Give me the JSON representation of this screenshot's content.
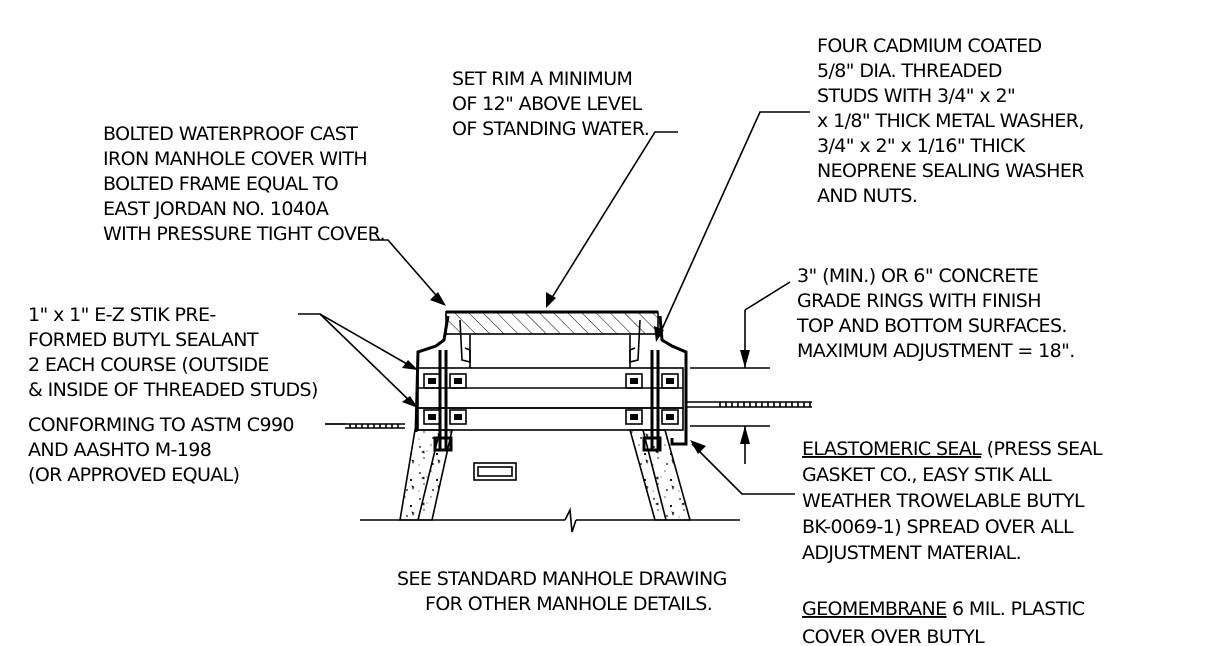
{
  "notes": {
    "rim": [
      "SET RIM A MINIMUM",
      "OF 12\" ABOVE LEVEL",
      "OF STANDING WATER."
    ],
    "cover": [
      "BOLTED WATERPROOF CAST",
      "IRON MANHOLE COVER WITH",
      "BOLTED FRAME EQUAL TO",
      "EAST JORDAN NO. 1040A",
      "WITH PRESSURE TIGHT COVER."
    ],
    "studs": [
      "FOUR CADMIUM COATED",
      "5/8\" DIA. THREADED",
      "STUDS WITH 3/4\" x 2\"",
      "x 1/8\" THICK METAL WASHER,",
      "3/4\" x 2\" x 1/16\" THICK",
      "NEOPRENE SEALING WASHER",
      "AND NUTS."
    ],
    "sealant": [
      "1\" x 1\" E-Z STIK PRE-",
      "FORMED BUTYL SEALANT",
      "2 EACH COURSE (OUTSIDE",
      "& INSIDE OF THREADED STUDS)",
      "CONFORMING TO ASTM C990",
      "AND AASHTO M-198",
      "(OR APPROVED EQUAL)"
    ],
    "grade_rings": [
      "3\" (MIN.) OR 6\" CONCRETE",
      "GRADE RINGS WITH FINISH",
      "TOP AND BOTTOM SURFACES.",
      "MAXIMUM ADJUSTMENT = 18\"."
    ],
    "elastomeric": {
      "title": "ELASTOMERIC SEAL",
      "first_rest": " (PRESS SEAL",
      "lines": [
        "GASKET CO., EASY STIK ALL",
        "WEATHER TROWELABLE BUTYL",
        "BK-0069-1) SPREAD OVER ALL",
        "ADJUSTMENT MATERIAL."
      ]
    },
    "see_standard": [
      "SEE STANDARD MANHOLE DRAWING",
      "FOR OTHER MANHOLE DETAILS."
    ],
    "geomembrane": {
      "title": "GEOMEMBRANE",
      "first_rest": " 6 MIL. PLASTIC",
      "lines": [
        "COVER OVER BUTYL"
      ]
    }
  }
}
